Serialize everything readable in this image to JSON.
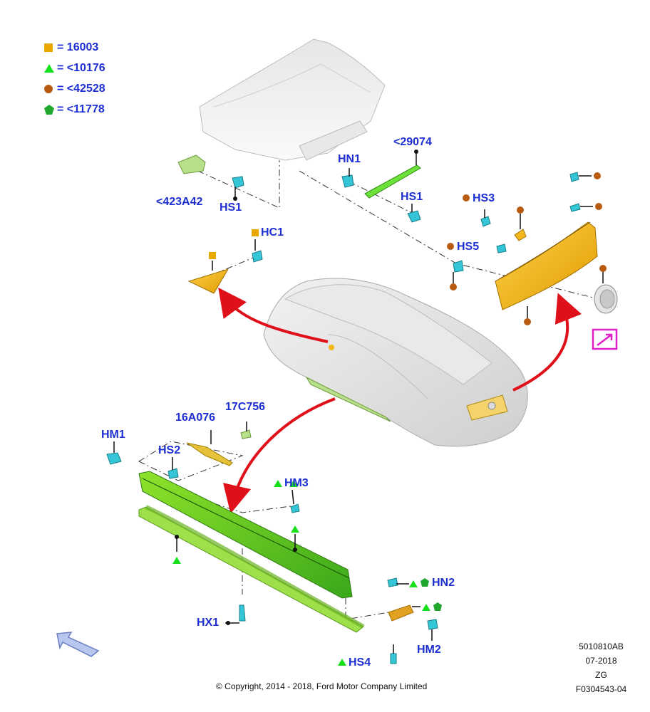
{
  "legend": [
    {
      "symbol": "square",
      "color": "#e8a800",
      "eq": "=",
      "value": "16003"
    },
    {
      "symbol": "triangle",
      "color": "#17e01e",
      "eq": "=",
      "value": "<10176"
    },
    {
      "symbol": "circle",
      "color": "#b85a10",
      "eq": "=",
      "value": "<42528"
    },
    {
      "symbol": "pentagon",
      "color": "#1fa82b",
      "eq": "=",
      "value": "<11778"
    }
  ],
  "labels": {
    "p29074": "<29074",
    "hn1": "HN1",
    "hs1_top": "HS1",
    "hs1_left": "HS1",
    "p423a42": "<423A42",
    "hs3": "HS3",
    "hs5": "HS5",
    "hc1": "HC1",
    "p17c756": "17C756",
    "p16a076": "16A076",
    "hm1": "HM1",
    "hs2": "HS2",
    "hm3": "HM3",
    "hn2": "HN2",
    "hx1": "HX1",
    "hm2": "HM2",
    "hs4": "HS4"
  },
  "meta": {
    "code": "5010810AB",
    "date": "07-2018",
    "zone": "ZG",
    "figure": "F0304543-04"
  },
  "copyright": "© Copyright, 2014 - 2018, Ford Motor Company Limited",
  "colors": {
    "label_blue": "#1d2fd1",
    "spoiler_yellow": "#f4b81c",
    "rocker_green": "#7ed320",
    "clip_cyan": "#34c6d6",
    "arrow_red": "#e0101a",
    "icon_magenta": "#e020c8"
  },
  "icons": [
    "view-direction-arrow-icon",
    "detail-view-icon",
    "ford-emblem-icon"
  ]
}
